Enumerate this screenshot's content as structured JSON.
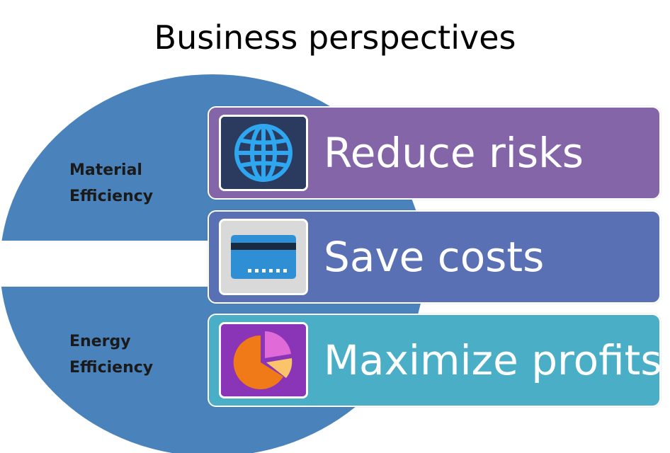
{
  "title": "Business perspectives",
  "labels": {
    "material": [
      "Material",
      "Efficiency"
    ],
    "energy": [
      "Energy",
      "Efficiency"
    ]
  },
  "bars": [
    {
      "label": "Reduce risks",
      "icon": "globe-icon",
      "color": "#8466A8"
    },
    {
      "label": "Save costs",
      "icon": "credit-card-icon",
      "color": "#5A70B5"
    },
    {
      "label": "Maximize profits",
      "icon": "pie-chart-icon",
      "color": "#4AAFC6"
    }
  ],
  "colors": {
    "ellipse": "#4A83BB"
  }
}
